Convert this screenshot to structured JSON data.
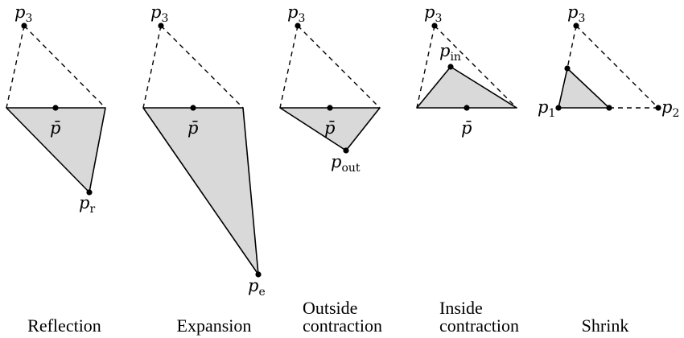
{
  "labels": {
    "p3": "p",
    "p3_sub": "3",
    "pbar": "p̄",
    "pr": "p",
    "pr_sub": "r",
    "pe": "p",
    "pe_sub": "e",
    "pout": "p",
    "pout_sub": "out",
    "pin": "p",
    "pin_sub": "in",
    "p1": "p",
    "p1_sub": "1",
    "p2": "p",
    "p2_sub": "2"
  },
  "captions": {
    "reflection": "Reflection",
    "expansion": "Expansion",
    "outside_line1": "Outside",
    "outside_line2": "contraction",
    "inside_line1": "Inside",
    "inside_line2": "contraction",
    "shrink": "Shrink"
  }
}
